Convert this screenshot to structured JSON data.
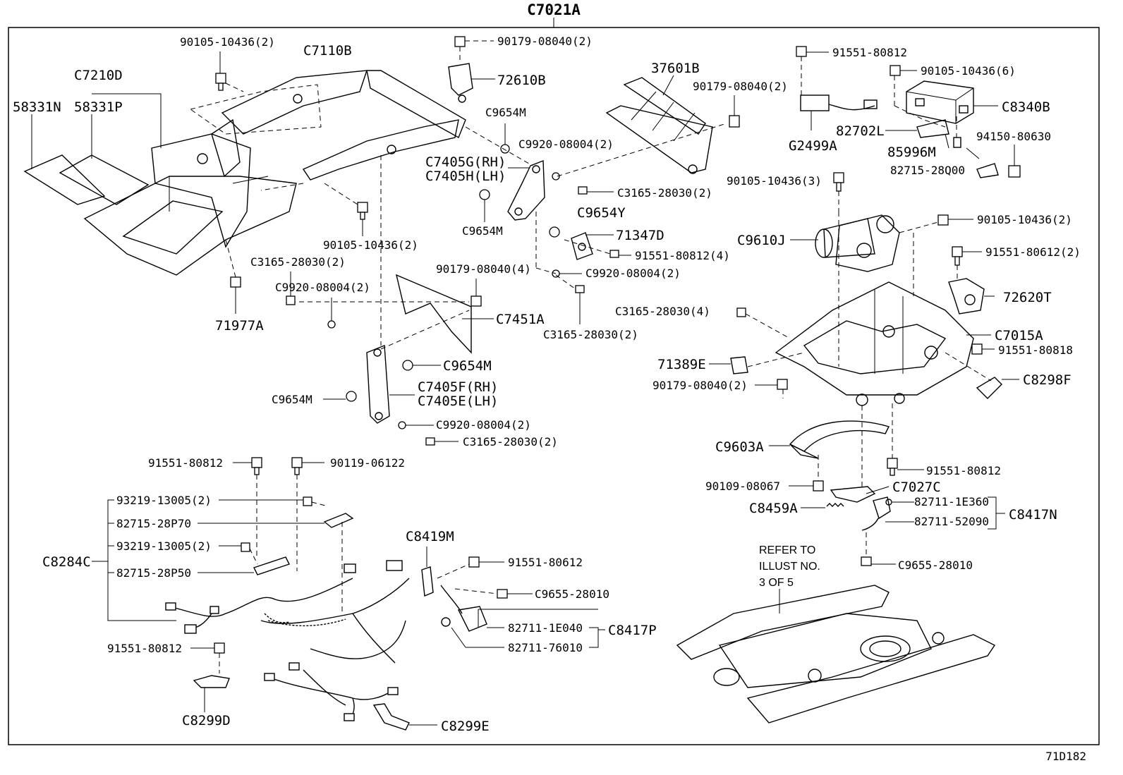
{
  "diagram_id": "71D182",
  "assembly_label": "C7021A",
  "refer_note": [
    "REFER TO",
    "ILLUST NO.",
    "3 OF 5"
  ],
  "labels": {
    "b90105_2a": "90105-10436(2)",
    "c7110b": "C7110B",
    "c7210d": "C7210D",
    "p58331n": "58331N",
    "p58331p": "58331P",
    "b90179_2a": "90179-08040(2)",
    "p72610b": "72610B",
    "c9654m_a": "C9654M",
    "c9920_2a": "C9920-08004(2)",
    "c7405g": "C7405G(RH)",
    "c7405h": "C7405H(LH)",
    "c3165_2a": "C3165-28030(2)",
    "c9654y": "C9654Y",
    "c9654m_b": "C9654M",
    "p71347d": "71347D",
    "b91551_4": "91551-80812(4)",
    "b90105_2b": "90105-10436(2)",
    "c3165_2b": "C3165-28030(2)",
    "c9920_2b": "C9920-08004(2)",
    "b90179_4": "90179-08040(4)",
    "c9920_2c": "C9920-08004(2)",
    "p71977a": "71977A",
    "c7451a": "C7451A",
    "c3165_2c": "C3165-28030(2)",
    "c9654m_c": "C9654M",
    "c7405f": "C7405F(RH)",
    "c7405e": "C7405E(LH)",
    "c9654m_d": "C9654M",
    "c9920_2d": "C9920-08004(2)",
    "c3165_2d": "C3165-28030(2)",
    "p37601b": "37601B",
    "b90179_2b": "90179-08040(2)",
    "b91551_a": "91551-80812",
    "b90105_6": "90105-10436(6)",
    "c8340b": "C8340B",
    "p82702l": "82702L",
    "g2499a": "G2499A",
    "p85996m": "85996M",
    "p94150": "94150-80630",
    "p82715_q": "82715-28Q00",
    "b90105_3": "90105-10436(3)",
    "b90105_2c": "90105-10436(2)",
    "c9610j": "C9610J",
    "b91551_612_2": "91551-80612(2)",
    "p72620t": "72620T",
    "c3165_4": "C3165-28030(4)",
    "c7015a": "C7015A",
    "b91551_818": "91551-80818",
    "p71389e": "71389E",
    "b90179_2c": "90179-08040(2)",
    "c8298f": "C8298F",
    "c9603a": "C9603A",
    "b91551_b": "91551-80812",
    "b90109": "90109-08067",
    "c7027c": "C7027C",
    "c8459a": "C8459A",
    "p82711_1e360": "82711-1E360",
    "p82711_52090": "82711-52090",
    "c8417n": "C8417N",
    "c9655_a": "C9655-28010",
    "b91551_c": "91551-80812",
    "b90119": "90119-06122",
    "b93219_a": "93219-13005(2)",
    "p82715_p70": "82715-28P70",
    "b93219_b": "93219-13005(2)",
    "p82715_p50": "82715-28P50",
    "c8284c": "C8284C",
    "c8419m": "C8419M",
    "b91551_612": "91551-80612",
    "c9655_b": "C9655-28010",
    "p82711_1e040": "82711-1E040",
    "c8417p": "C8417P",
    "p82711_76010": "82711-76010",
    "b91551_d": "91551-80812",
    "c8299d": "C8299D",
    "c8299e": "C8299E"
  }
}
